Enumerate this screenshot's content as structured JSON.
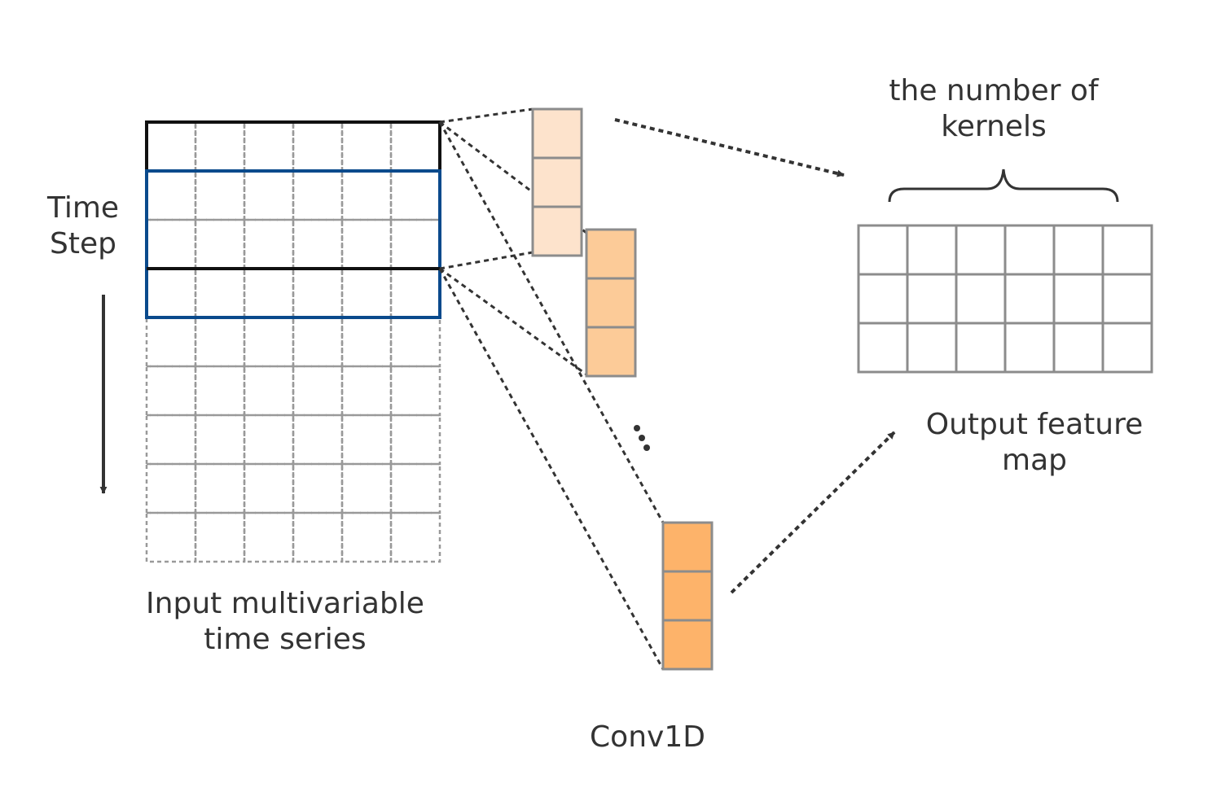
{
  "labels": {
    "time_step": [
      "Time",
      "Step"
    ],
    "input": [
      "Input multivariable",
      "time series"
    ],
    "conv": "Conv1D",
    "kernels": [
      "the number of",
      "kernels"
    ],
    "output": [
      "Output feature",
      "map"
    ]
  },
  "colors": {
    "text": "#333333",
    "grid_dashed": "#999999",
    "window_black": "#111111",
    "window_blue": "#0a4a8c",
    "kernel_fills": [
      "#fde3cc",
      "#fccb98",
      "#fdb36a"
    ],
    "kernel_stroke": "#8c8c8c",
    "output_grid": "#8c8c8c",
    "connector": "#333333"
  },
  "input_grid": {
    "rows": 9,
    "cols": 6
  },
  "kernels": {
    "count_drawn": 3,
    "cells_each": 3,
    "ellipsis": true
  },
  "output_grid": {
    "rows": 3,
    "cols": 6
  }
}
